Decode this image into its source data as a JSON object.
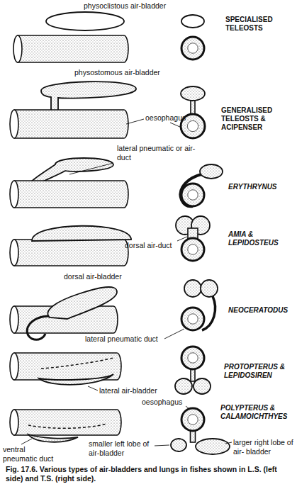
{
  "diagram": {
    "caption": "Fig. 17.6. Various types of air-bladders and lungs in fishes shown in L.S. (left side) and T.S. (right side).",
    "labels": [
      "physoclistous air-bladder",
      "SPECIALISED TELEOSTS",
      "physostomous air-bladder",
      "oesophagus",
      "GENERALISED TELEOSTS & ACIPENSER",
      "lateral pneumatic or air-duct",
      "ERYTHRYNUS",
      "dorsal air-duct",
      "AMIA & LEPIDOSTEUS",
      "dorsal air-bladder",
      "NEOCERATODUS",
      "lateral pneumatic duct",
      "PROTOPTERUS & LEPIDOSIREN",
      "lateral air-bladder",
      "oesophagus",
      "POLYPTERUS & CALAMOICHTHYES",
      "ventral pneumatic duct",
      "smaller left lobe of air-bladder",
      "larger right lobe of air- bladder"
    ]
  }
}
